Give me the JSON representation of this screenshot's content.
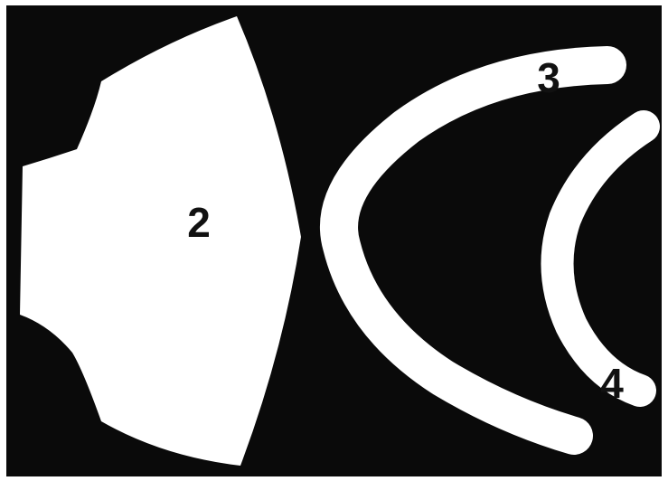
{
  "figure": {
    "background_color": "#0a0a0a",
    "frame_color": "#ffffff",
    "shape_color": "#ffffff",
    "label_color": "#111111"
  },
  "shapes": [
    {
      "id": "piece-2",
      "label": "2"
    },
    {
      "id": "piece-3",
      "label": "3"
    },
    {
      "id": "piece-4",
      "label": "4"
    }
  ]
}
